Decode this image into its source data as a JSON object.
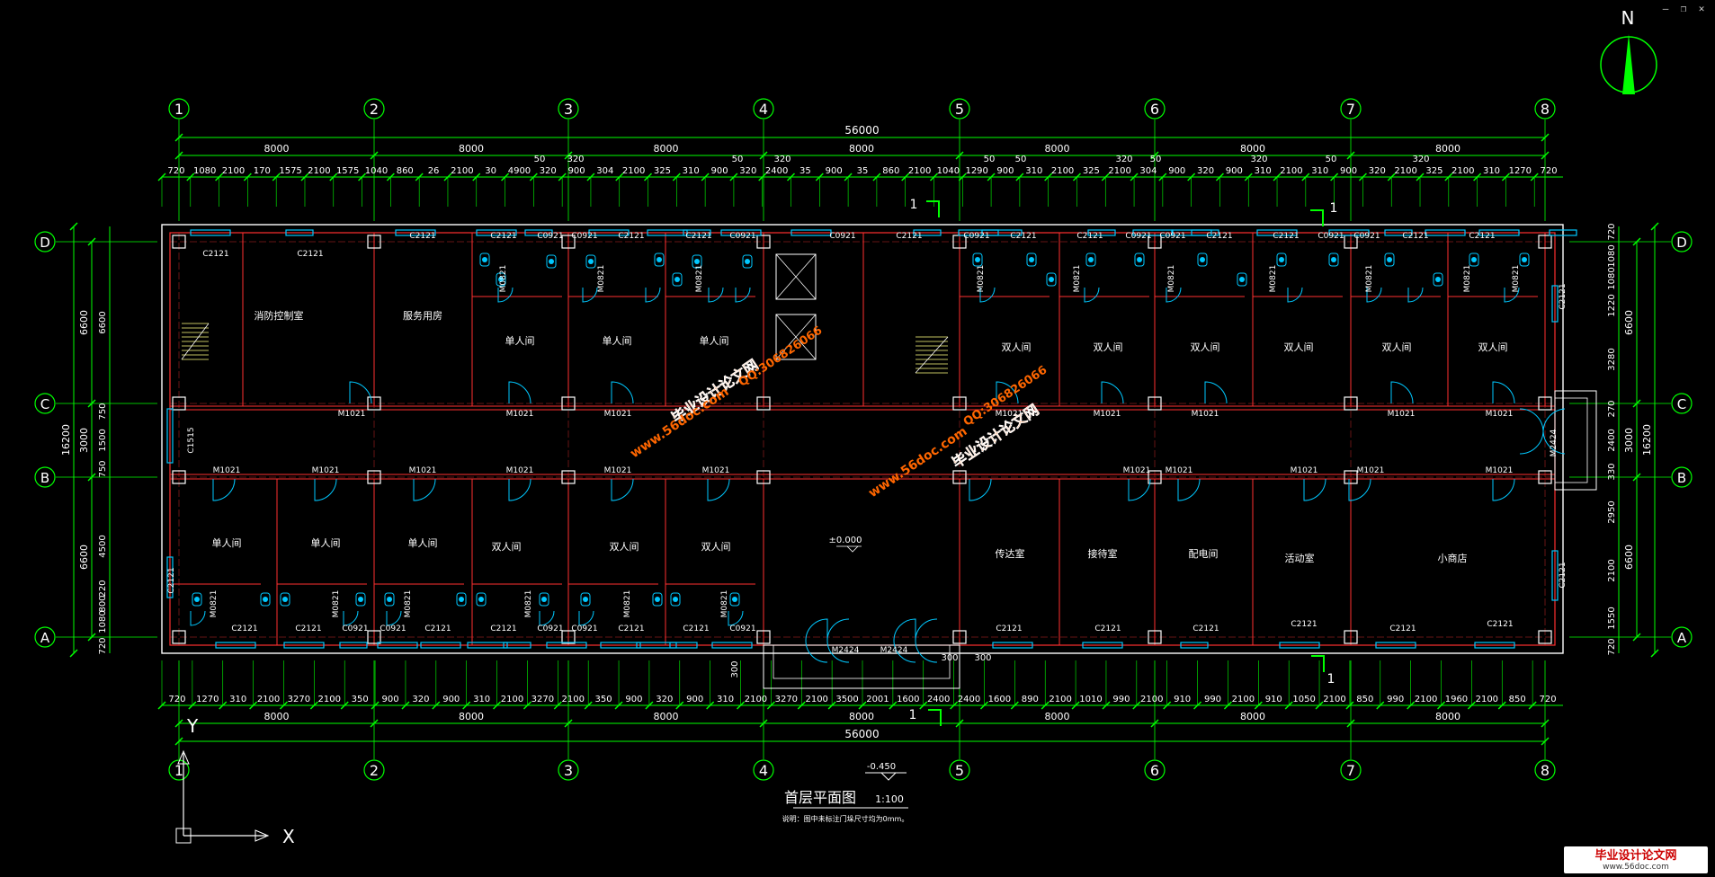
{
  "drawing": {
    "title": "首层平面图",
    "scale": "1:100",
    "note": "说明：图中未标注门垛尺寸均为0mm。",
    "compass_label": "N",
    "elevation_floor": "±0.000",
    "elevation_outside": "-0.450",
    "section_mark": "1",
    "axis_y": "Y",
    "axis_x": "X"
  },
  "grid": {
    "columns": [
      "1",
      "2",
      "3",
      "4",
      "5",
      "6",
      "7",
      "8"
    ],
    "rows": [
      "D",
      "C",
      "B",
      "A"
    ]
  },
  "dimensions": {
    "overall_top": "56000",
    "overall_bottom": "56000",
    "bay": "8000",
    "top_detail": [
      "720",
      "1080",
      "2100",
      "170",
      "1575",
      "2100",
      "1575",
      "1040",
      "860",
      "26",
      "2100",
      "30",
      "4900",
      "320",
      "900",
      "304",
      "2100",
      "325",
      "310",
      "900",
      "320",
      "2400",
      "35",
      "900",
      "35",
      "860",
      "2100",
      "1040",
      "1290",
      "900",
      "310",
      "2100",
      "325",
      "2100",
      "304",
      "900",
      "320",
      "900",
      "310",
      "2100",
      "310",
      "900",
      "320",
      "2100",
      "325",
      "2100",
      "310",
      "1270",
      "720"
    ],
    "top_small": [
      "50",
      "320",
      "50",
      "320",
      "50",
      "50",
      "320",
      "50",
      "320",
      "50",
      "320"
    ],
    "bottom_detail": [
      "720",
      "1270",
      "310",
      "2100",
      "3270",
      "2100",
      "350",
      "900",
      "320",
      "900",
      "310",
      "2100",
      "3270",
      "2100",
      "350",
      "900",
      "320",
      "900",
      "310",
      "2100",
      "3270",
      "2100",
      "3500",
      "2001",
      "1600",
      "2400",
      "2400",
      "1600",
      "890",
      "2100",
      "1010",
      "990",
      "2100",
      "910",
      "990",
      "2100",
      "910",
      "1050",
      "2100",
      "850",
      "990",
      "2100",
      "1960",
      "2100",
      "850",
      "720"
    ],
    "bottom_extra": [
      "300",
      "300",
      "300"
    ],
    "left_outer": "16200",
    "left_mid": [
      "6600",
      "3000",
      "6600"
    ],
    "left_inner": [
      "6600",
      "750",
      "1500",
      "750",
      "4500",
      "220",
      "800",
      "1080",
      "720"
    ],
    "right_outer": "16200",
    "right_mid": [
      "6600",
      "3000",
      "6600"
    ],
    "right_inner": [
      "720",
      "1080",
      "1080",
      "1220",
      "3280",
      "270",
      "2400",
      "330",
      "2950",
      "2100",
      "1550",
      "720"
    ]
  },
  "rooms": {
    "top": [
      "消防控制室",
      "服务用房",
      "单人间",
      "单人间",
      "单人间",
      "双人间",
      "双人间",
      "双人间",
      "双人间",
      "双人间",
      "双人间"
    ],
    "bottom": [
      "单人间",
      "单人间",
      "单人间",
      "双人间",
      "双人间",
      "双人间",
      "传达室",
      "接待室",
      "配电间",
      "活动室",
      "小商店"
    ]
  },
  "tags": {
    "window_large": "C2121",
    "window_small": "C0921",
    "window_side": "C1515",
    "door_room": "M1021",
    "door_bath": "M0821",
    "door_entry": "M2424"
  },
  "watermarks": {
    "site_a": "毕业设计论文网",
    "url_a": "www.56doc.com",
    "qq_a": "QQ:306826066",
    "site_b": "毕业设计论文网",
    "url_b": "www.56doc.com",
    "qq_b": "QQ:306826066"
  },
  "logo": {
    "line1": "毕业设计论文网",
    "line2": "www.56doc.com"
  },
  "colors": {
    "background": "#000000",
    "dimension": "#00ff00",
    "wall": "#ff3030",
    "text": "#ffffff",
    "window": "#00c8ff",
    "watermark": "#ff6600",
    "column": "#ffffff"
  }
}
